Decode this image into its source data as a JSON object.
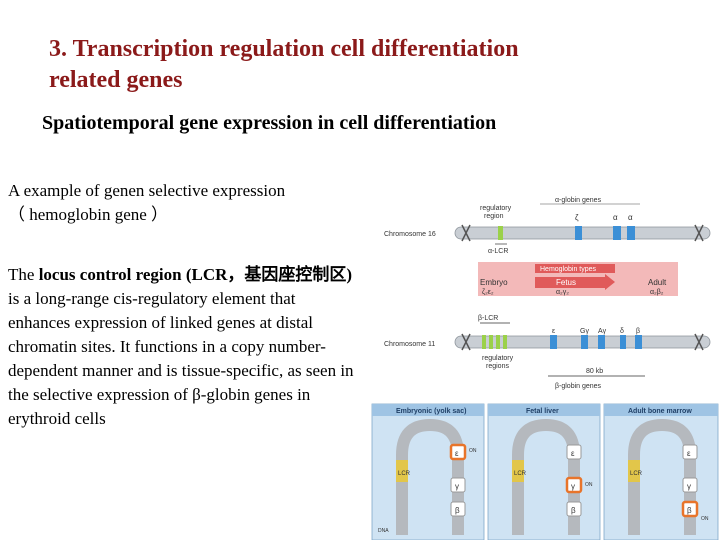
{
  "slide": {
    "title_line1": "3. Transcription regulation cell differentiation",
    "title_line2": "related genes",
    "subtitle": "Spatiotemporal gene expression  in cell differentiation",
    "para1_line1": "A example of genen selective expression",
    "para1_line2": "（ hemoglobin gene ）",
    "para2_pre": "The ",
    "para2_bold": "locus control region (LCR，基因座控制区)",
    "para2_rest": " is a long-range cis-regulatory element that enhances expression of linked genes at distal chromatin sites. It functions in a copy number-dependent manner and is tissue-specific, as seen in the selective expression of β-globin genes in erythroid cells"
  },
  "figure": {
    "alpha_label": "α-globin genes",
    "regulatory_region": "regulatory",
    "regulatory_region2": "region",
    "chr16": "Chromosome 16",
    "alpha_lcr": "α-LCR",
    "zeta": "ζ",
    "alpha1": "α",
    "alpha2": "α",
    "hemoglobin_types": "Hemoglobin types",
    "embryo": "Embryo",
    "embryo_sub": "ζ₂ε₂",
    "fetus": "Fetus",
    "fetus_sub": "α₂γ₂",
    "adult": "Adult",
    "adult_sub": "α₂β₂",
    "beta_lcr": "β-LCR",
    "epsilon": "ε",
    "g_gamma": "Gγ",
    "a_gamma": "Aγ",
    "delta": "δ",
    "beta": "β",
    "chr11": "Chromosome 11",
    "reg_regions": "regulatory",
    "reg_regions2": "regions",
    "kb": "80 kb",
    "beta_label": "β-globin genes",
    "panel1": "Embryonic (yolk sac)",
    "panel2": "Fetal liver",
    "panel3": "Adult bone marrow",
    "lcr": "LCR",
    "on1": "ON",
    "on2": "ON",
    "on3": "ON",
    "dna": "DNA",
    "p_eps": "ε",
    "p_gam": "γ",
    "p_bet": "β",
    "q_eps": "ε",
    "q_gam": "γ",
    "q_bet": "β",
    "r_eps": "ε",
    "r_gam": "γ",
    "r_bet": "β"
  }
}
